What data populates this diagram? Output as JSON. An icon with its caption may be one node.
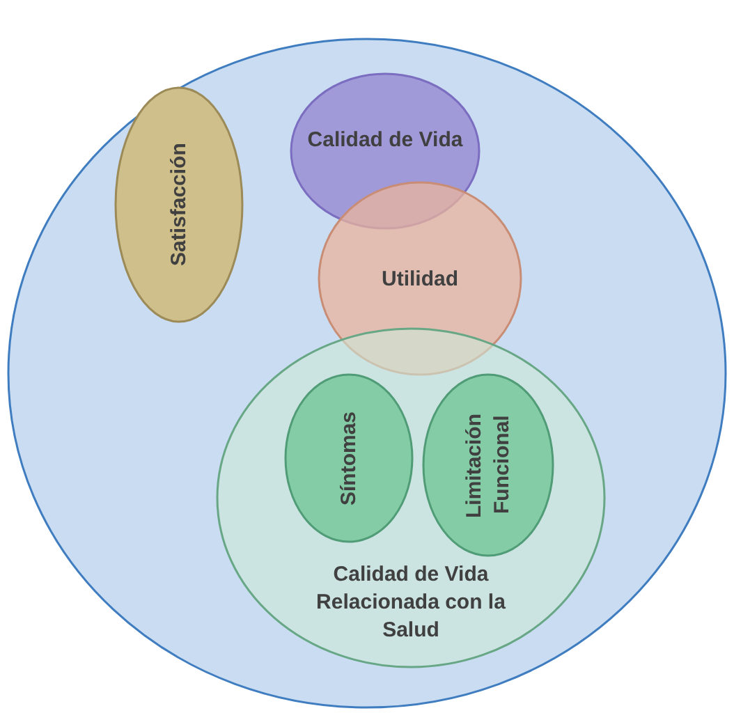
{
  "diagram": {
    "nodes": [
      {
        "text": [],
        "shape": "circle"
      },
      {
        "text": [
          "Calidad de Vida"
        ],
        "in": 0
      },
      {
        "text": [
          "Satisfacción"
        ],
        "in": 0
      },
      {
        "text": [
          "Utilidad"
        ],
        "in": 0
      },
      {
        "text": [
          "Calidad de Vida Relacionada con la Salud"
        ],
        "in": 0
      },
      {
        "text": [
          "Síntomas"
        ],
        "in": 4
      },
      {
        "text": [
          "Limitación Funcional"
        ],
        "in": 4
      }
    ]
  }
}
